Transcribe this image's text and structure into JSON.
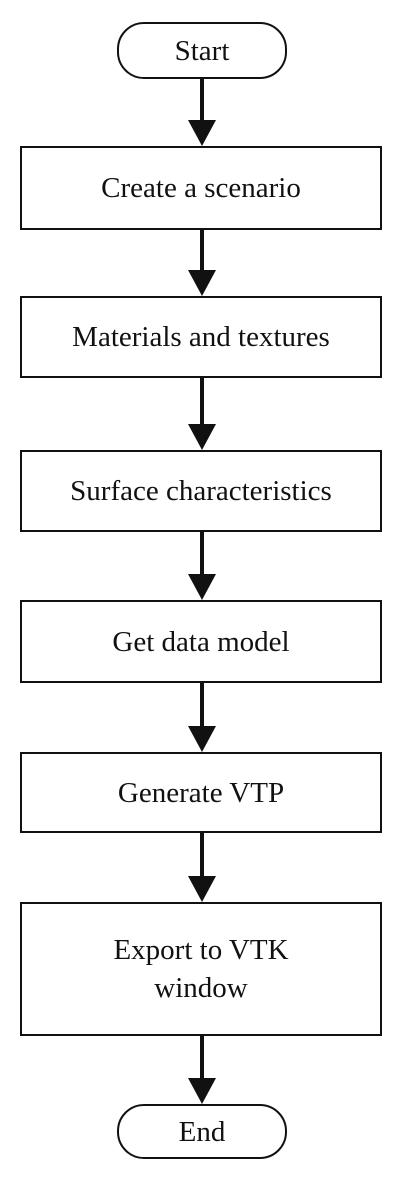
{
  "flowchart": {
    "start_label": "Start",
    "end_label": "End",
    "steps": [
      {
        "label": "Create a scenario"
      },
      {
        "label": "Materials and textures"
      },
      {
        "label": "Surface characteristics"
      },
      {
        "label": "Get data model"
      },
      {
        "label": "Generate VTP"
      },
      {
        "label": "Export to VTK\nwindow"
      }
    ]
  },
  "colors": {
    "stroke": "#111111",
    "background": "#ffffff"
  }
}
